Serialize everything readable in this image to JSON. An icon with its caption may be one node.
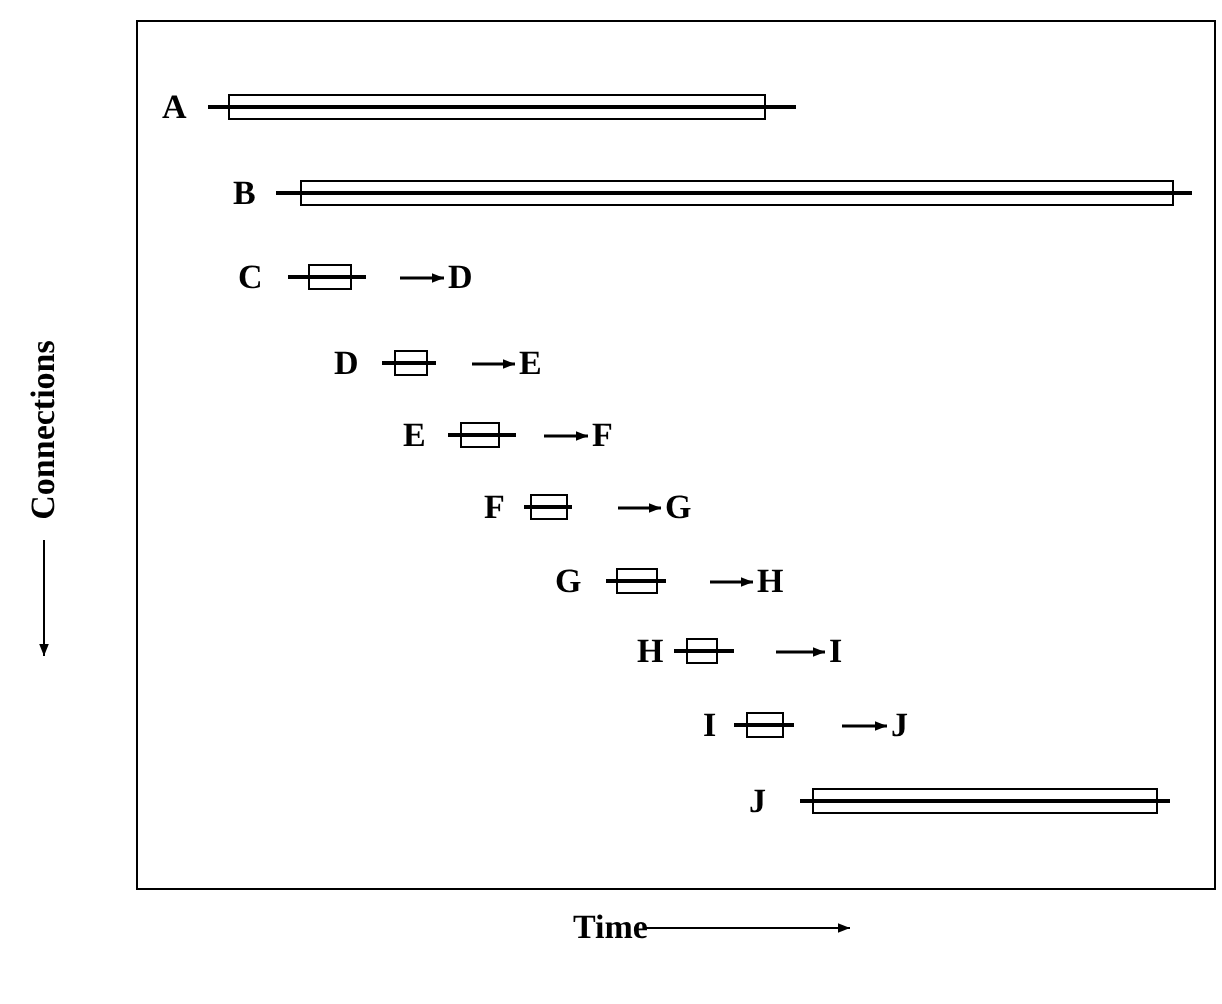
{
  "diagram": {
    "nodes": [
      {
        "text": [
          "D"
        ]
      },
      {
        "text": [
          "E"
        ]
      },
      {
        "text": [
          "F"
        ]
      },
      {
        "text": [
          "G"
        ]
      },
      {
        "text": [
          "H"
        ]
      },
      {
        "text": [
          "I"
        ]
      },
      {
        "text": [
          "J"
        ]
      }
    ],
    "edges": [
      {
        "from": null,
        "to": 0,
        "arrow": "to"
      },
      {
        "from": null,
        "to": 1,
        "arrow": "to"
      },
      {
        "from": null,
        "to": 2,
        "arrow": "to"
      },
      {
        "from": null,
        "to": 3,
        "arrow": "to"
      },
      {
        "from": null,
        "to": 4,
        "arrow": "to"
      },
      {
        "from": null,
        "to": 5,
        "arrow": "to"
      },
      {
        "from": null,
        "to": 6,
        "arrow": "to"
      }
    ],
    "labels": [
      "A",
      "B",
      "C",
      "D",
      "E",
      "F",
      "G",
      "H",
      "I",
      "J",
      "Connections",
      "Time"
    ]
  }
}
